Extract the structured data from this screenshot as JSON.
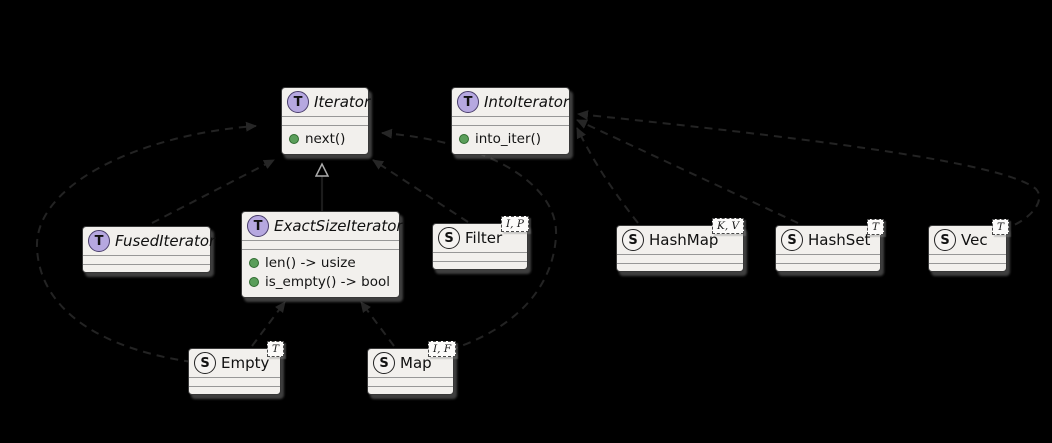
{
  "diagram": {
    "type": "uml-class-diagram",
    "background": "#000000",
    "classes": {
      "iterator": {
        "kind": "trait",
        "letter": "T",
        "name": "Iterator",
        "methods": [
          "next()"
        ]
      },
      "into_iterator": {
        "kind": "trait",
        "letter": "T",
        "name": "IntoIterator",
        "methods": [
          "into_iter()"
        ]
      },
      "fused_iterator": {
        "kind": "trait",
        "letter": "T",
        "name": "FusedIterator",
        "methods": []
      },
      "exact_size_iterator": {
        "kind": "trait",
        "letter": "T",
        "name": "ExactSizeIterator",
        "methods": [
          "len() -> usize",
          "is_empty() -> bool"
        ]
      },
      "filter": {
        "kind": "struct",
        "letter": "S",
        "name": "Filter",
        "generics": "I, P",
        "methods": []
      },
      "hash_map": {
        "kind": "struct",
        "letter": "S",
        "name": "HashMap",
        "generics": "K, V",
        "methods": []
      },
      "hash_set": {
        "kind": "struct",
        "letter": "S",
        "name": "HashSet",
        "generics": "T",
        "methods": []
      },
      "vec": {
        "kind": "struct",
        "letter": "S",
        "name": "Vec",
        "generics": "T",
        "methods": []
      },
      "empty": {
        "kind": "struct",
        "letter": "S",
        "name": "Empty",
        "generics": "T",
        "methods": []
      },
      "map": {
        "kind": "struct",
        "letter": "S",
        "name": "Map",
        "generics": "I, F",
        "methods": []
      }
    },
    "relationships": [
      {
        "from": "ExactSizeIterator",
        "to": "Iterator",
        "style": "solid-hollow-triangle"
      },
      {
        "from": "FusedIterator",
        "to": "Iterator",
        "style": "dashed-arrow"
      },
      {
        "from": "Filter",
        "to": "Iterator",
        "style": "dashed-arrow"
      },
      {
        "from": "Empty",
        "to": "Iterator",
        "style": "dashed-arrow-arc-left"
      },
      {
        "from": "Map",
        "to": "Iterator",
        "style": "dashed-arrow-arc-right"
      },
      {
        "from": "Empty",
        "to": "ExactSizeIterator",
        "style": "dashed-arrow"
      },
      {
        "from": "Map",
        "to": "ExactSizeIterator",
        "style": "dashed-arrow"
      },
      {
        "from": "HashMap",
        "to": "IntoIterator",
        "style": "dashed-arrow"
      },
      {
        "from": "HashSet",
        "to": "IntoIterator",
        "style": "dashed-arrow"
      },
      {
        "from": "Vec",
        "to": "IntoIterator",
        "style": "dashed-arrow-arc"
      }
    ],
    "colors": {
      "background": "#000000",
      "box_fill": "#f2f0ed",
      "box_border": "#383838",
      "trait_icon_fill": "#b6a8e0",
      "struct_icon_fill": "#f5f3f1",
      "method_dot_green": "#5a9e5a",
      "edge": "#232323",
      "shadow_gray": "#8c8c8c"
    }
  }
}
